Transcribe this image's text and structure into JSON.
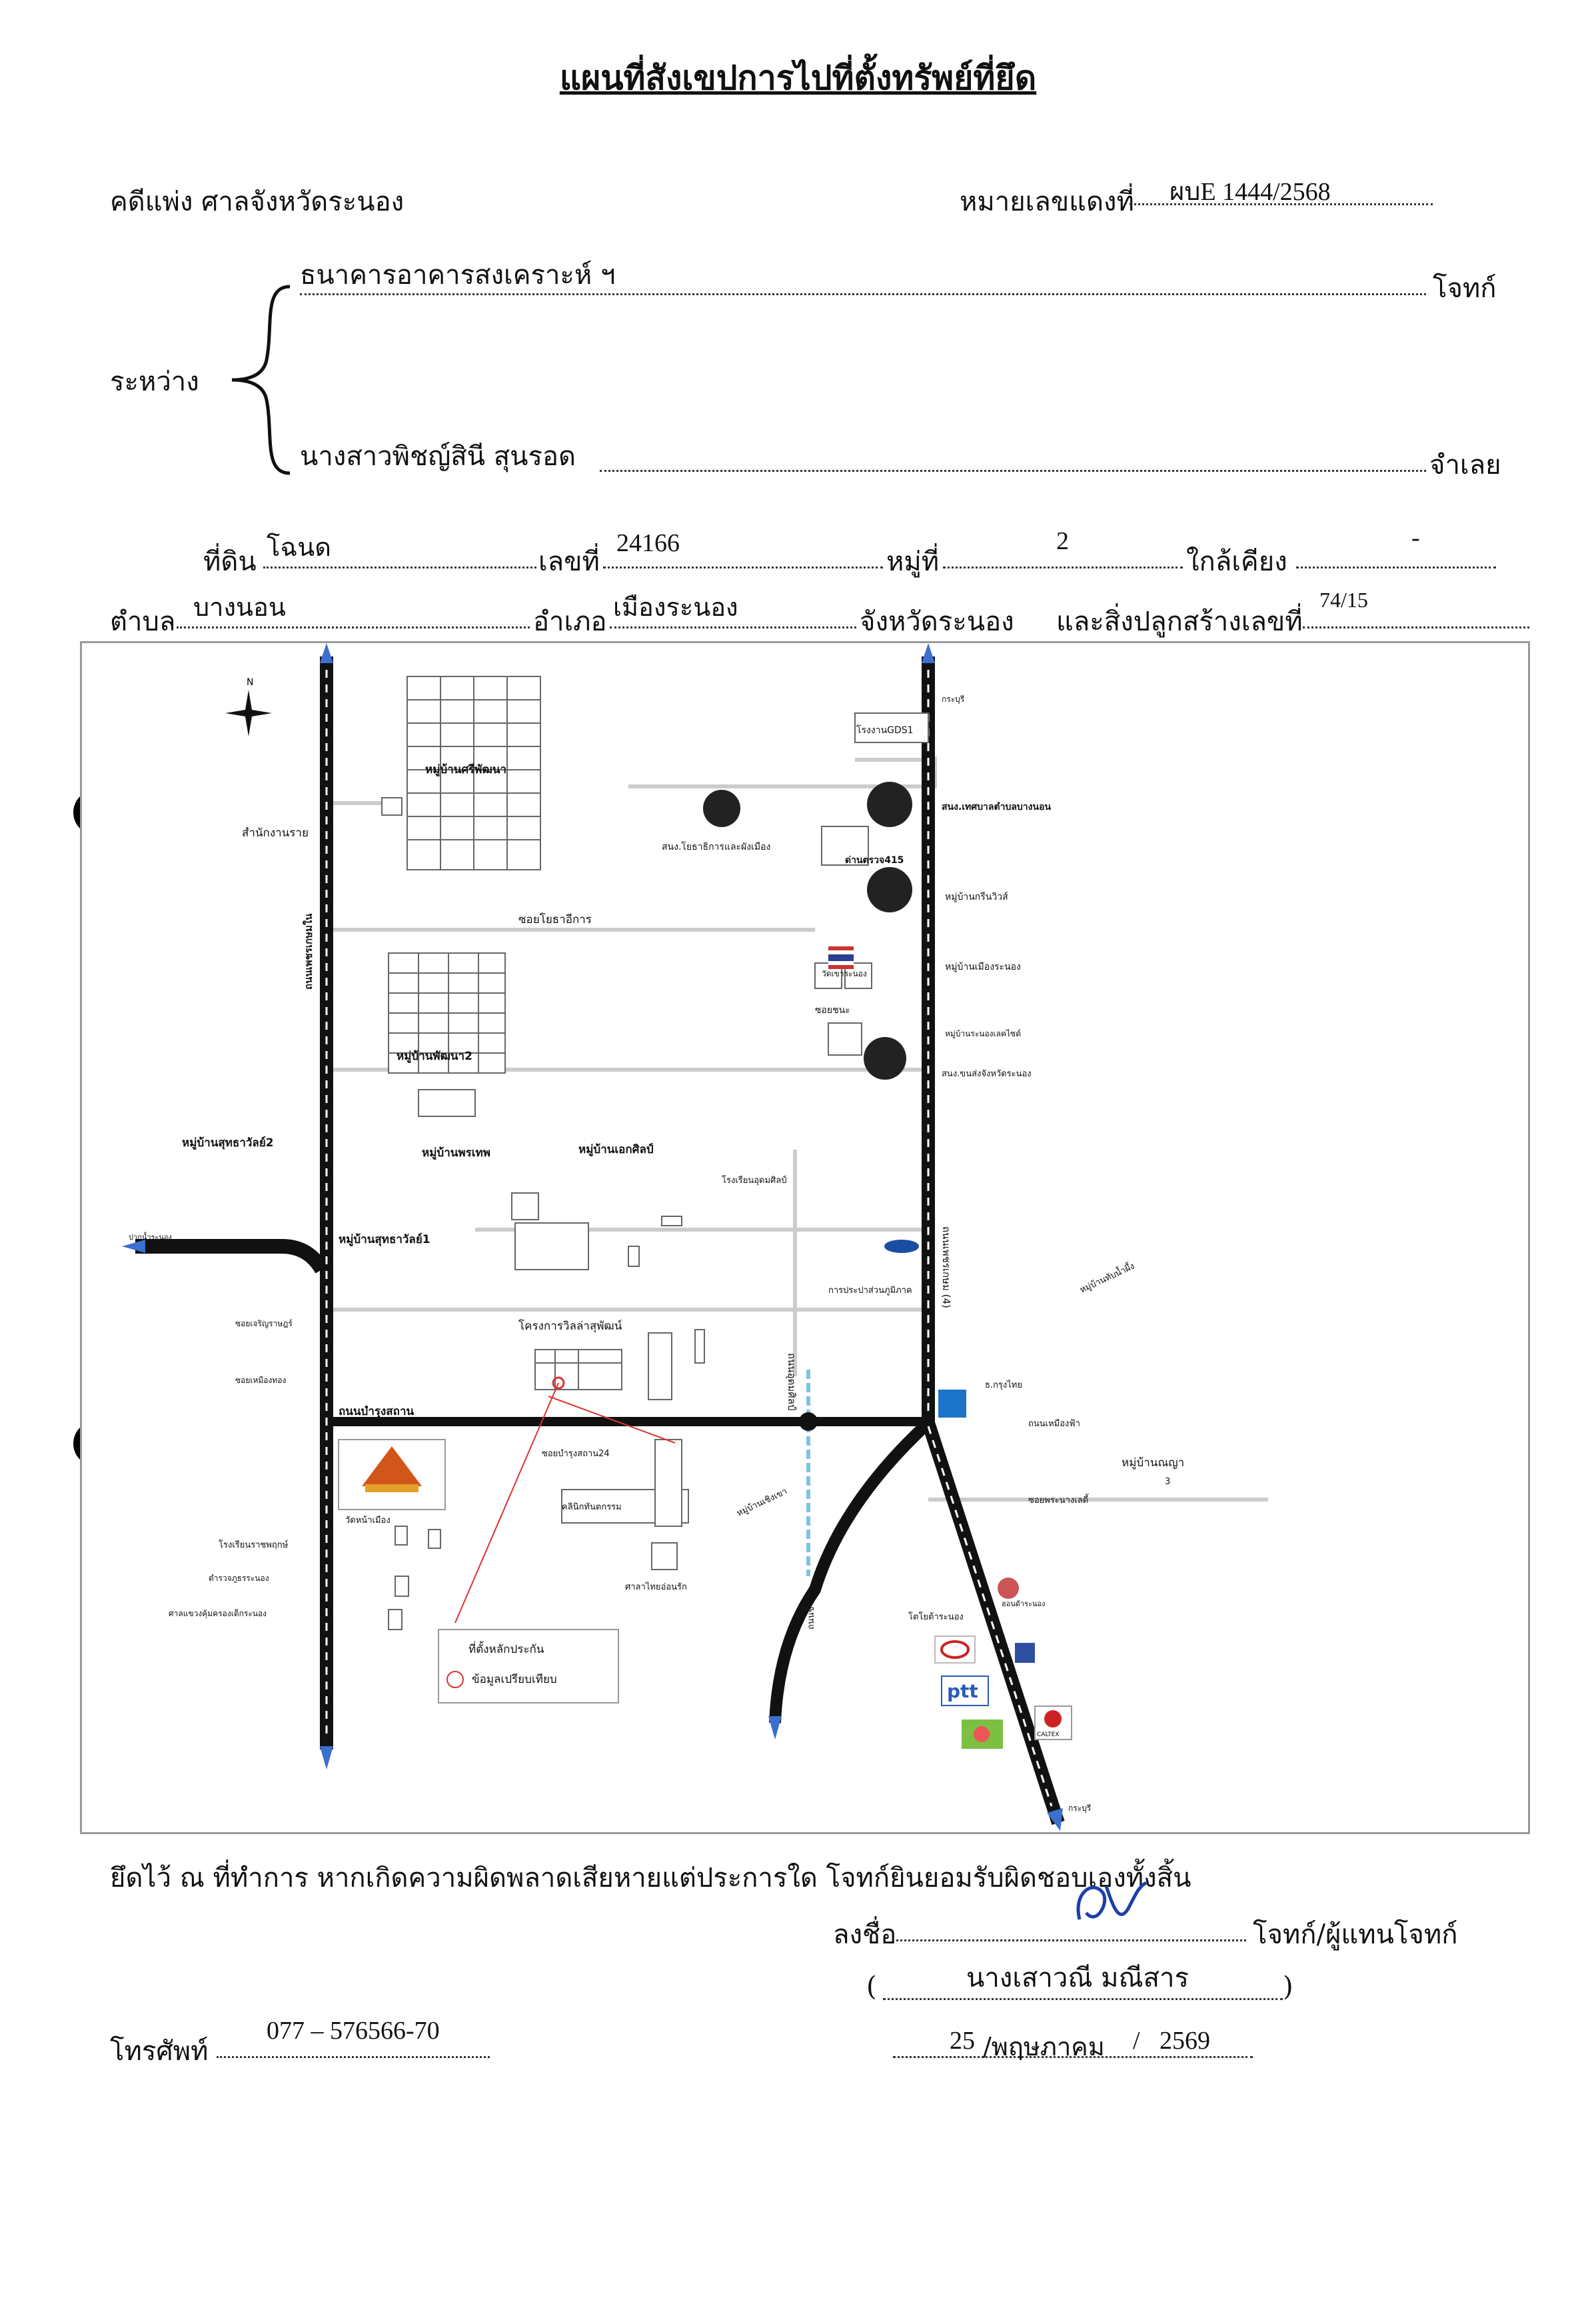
{
  "document": {
    "title": "แผนที่สังเขปการไปที่ตั้งทรัพย์ที่ยึด",
    "case_type_label": "คดีแพ่ง ศาลจังหวัดระนอง",
    "red_case_label": "หมายเลขแดงที่",
    "red_case_no": "ผบE 1444/2568",
    "between_label": "ระหว่าง",
    "plaintiff_name": "ธนาคารอาคารสงเคราะห์ ฯ",
    "plaintiff_label": "โจทก์",
    "defendant_name": "นางสาวพิชญ์สินี   สุนรอด",
    "defendant_label": "จำเลย"
  },
  "property": {
    "land_label": "ที่ดิน",
    "land_type": "โฉนด",
    "no_label": "เลขที่",
    "no_value": "24166",
    "moo_label": "หมู่ที่",
    "moo_value": "2",
    "near_label": "ใกล้เคียง",
    "near_value": "-",
    "tambon_label": "ตำบล",
    "tambon_value": "บางนอน",
    "amphoe_label": "อำเภอ",
    "amphoe_value": "เมืองระนอง",
    "province_label": "จังหวัดระนอง",
    "building_label": "และสิ่งปลูกสร้างเลขที่",
    "building_value": "74/15"
  },
  "map": {
    "labels": {
      "north_compass": "N",
      "village_top": "หมู่บ้านศรีพัฒนา",
      "office_left": "สำนักงานราย",
      "soi_top": "ซอยโยธาอีการ",
      "office_center": "สนง.โยธาธิการและผังเมือง",
      "gds_factory": "โรงงานGDS1",
      "tambon_office": "สนง.เทศบาลตำบลบางนอน",
      "highway_dept": "ด่านตรวจ415",
      "village_green": "หมู่บ้านกรีนวิวส์",
      "village_muang": "หมู่บ้านเมืองระนอง",
      "village_lakeside": "หมู่บ้านระนองเลคไซด์",
      "road_left_vertical": "ถนนเพชรเกษมใน",
      "village_pattana2": "หมู่บ้านพัฒนา2",
      "soi_right": "ซอยชนะ",
      "gov_office_right": "สนง.ขนส่งจังหวัดระนอง",
      "pattana_label": "วัดเขาระนอง",
      "village_sutthawan2": "หมู่บ้านสุทธาวัลย์2",
      "village_prathep": "หมู่บ้านพรเทพ",
      "village_ekasin": "หมู่บ้านเอกศิลป์",
      "school": "โรงเรียนอุดมศิลป์",
      "village_sutthawan1": "หมู่บ้านสุทธาวัลย์1",
      "exit_left": "ปากน้ำระนอง",
      "road_center_vertical": "ถนนอุดมศิลป์",
      "road_right_vertical": "ถนนเพชรเกษม (4)",
      "ford": "Ford",
      "prapa": "การประปาส่วนภูมิภาค",
      "village_tap_nam": "หมู่บ้านทับน้ำผึ้ง",
      "soi_left1": "ซอยเจริญราษฎร์",
      "project": "โครงการวิลล่าสุพัฒน์",
      "soi_left2": "ซอยเหมืองทอง",
      "road_main": "ถนนบำรุงสถาน",
      "bank_right": "ธ.กรุงไทย",
      "road_right_small": "ถนนเหมืองฟ้า",
      "village_naya": "หมู่บ้านณญา",
      "village_naya_no": "3",
      "temple": "วัดหน้าเมือง",
      "soi_bamrung": "ซอยบำรุงสถาน24",
      "soi_pranang": "ซอยพระนางเลดี้",
      "school_left": "โรงเรียนราชพฤกษ์",
      "pharmacy": "คลินิกทันตกรรม",
      "police": "ตำรวจภูธรระนอง",
      "village_center": "หมู่บ้านเชิงเขา",
      "court_left": "ศาลแขวงคุ้มครองเด็กระนอง",
      "hall": "ศาลาไทยอ่อนรัก",
      "road_center_bottom": "ถนนชาตุรัก",
      "toyota": "โตโยต้าระนอง",
      "honda": "ฮอนด้าระนอง",
      "collateral": "ที่ตั้งหลักประกัน",
      "comparison": "ข้อมูลเปรียบเทียบ",
      "ptt": "ptt",
      "caltex": "CALTEX",
      "exit_right_bottom": "กระบุรี",
      "top_right_exit": "กระบุรี"
    }
  },
  "footer": {
    "disclaimer": "ยึดไว้ ณ ที่ทำการ หากเกิดความผิดพลาดเสียหายแต่ประการใด โจทก์ยินยอมรับผิดชอบเองทั้งสิ้น",
    "sign_label": "ลงชื่อ",
    "sign_role": "โจทก์/ผู้แทนโจทก์",
    "signer_name": "นางเสาวณี  มณีสาร",
    "paren_open": "(",
    "paren_close": ")",
    "phone_label": "โทรศัพท์",
    "phone_value": "077 – 576566-70",
    "date_day": "25",
    "date_month": "/พฤษภาคม",
    "date_sep": "/",
    "date_year": "2569"
  },
  "colors": {
    "ink": "#111111",
    "pen_blue": "#1e3fa8",
    "road": "#111111",
    "pin_red": "#d33333"
  }
}
